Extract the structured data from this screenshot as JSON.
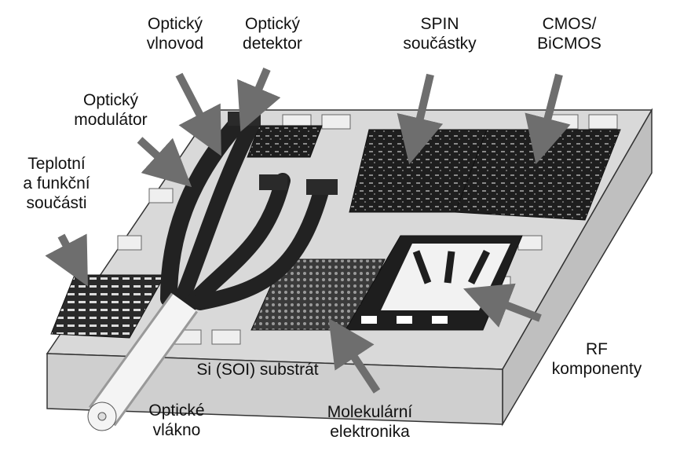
{
  "labels": {
    "waveguide": [
      "Optický",
      "vlnovod"
    ],
    "detector": [
      "Optický",
      "detektor"
    ],
    "spin": [
      "SPIN",
      "součástky"
    ],
    "cmos": [
      "CMOS/",
      "BiCMOS"
    ],
    "modulator": [
      "Optický",
      "modulátor"
    ],
    "thermal": [
      "Teplotní",
      "a funkční",
      "součásti"
    ],
    "substrate": "Si (SOI) substrát",
    "fiber": [
      "Optické",
      "vlákno"
    ],
    "molecular": [
      "Molekulární",
      "elektronika"
    ],
    "rf": [
      "RF",
      "komponenty"
    ]
  },
  "colors": {
    "chip_top": "#d9d9d9",
    "chip_side": "#bfbfbf",
    "chip_front": "#cfcfcf",
    "block_dark": "#1e1e1e",
    "arrow": "#6e6e6e",
    "label_text": "#111111"
  }
}
